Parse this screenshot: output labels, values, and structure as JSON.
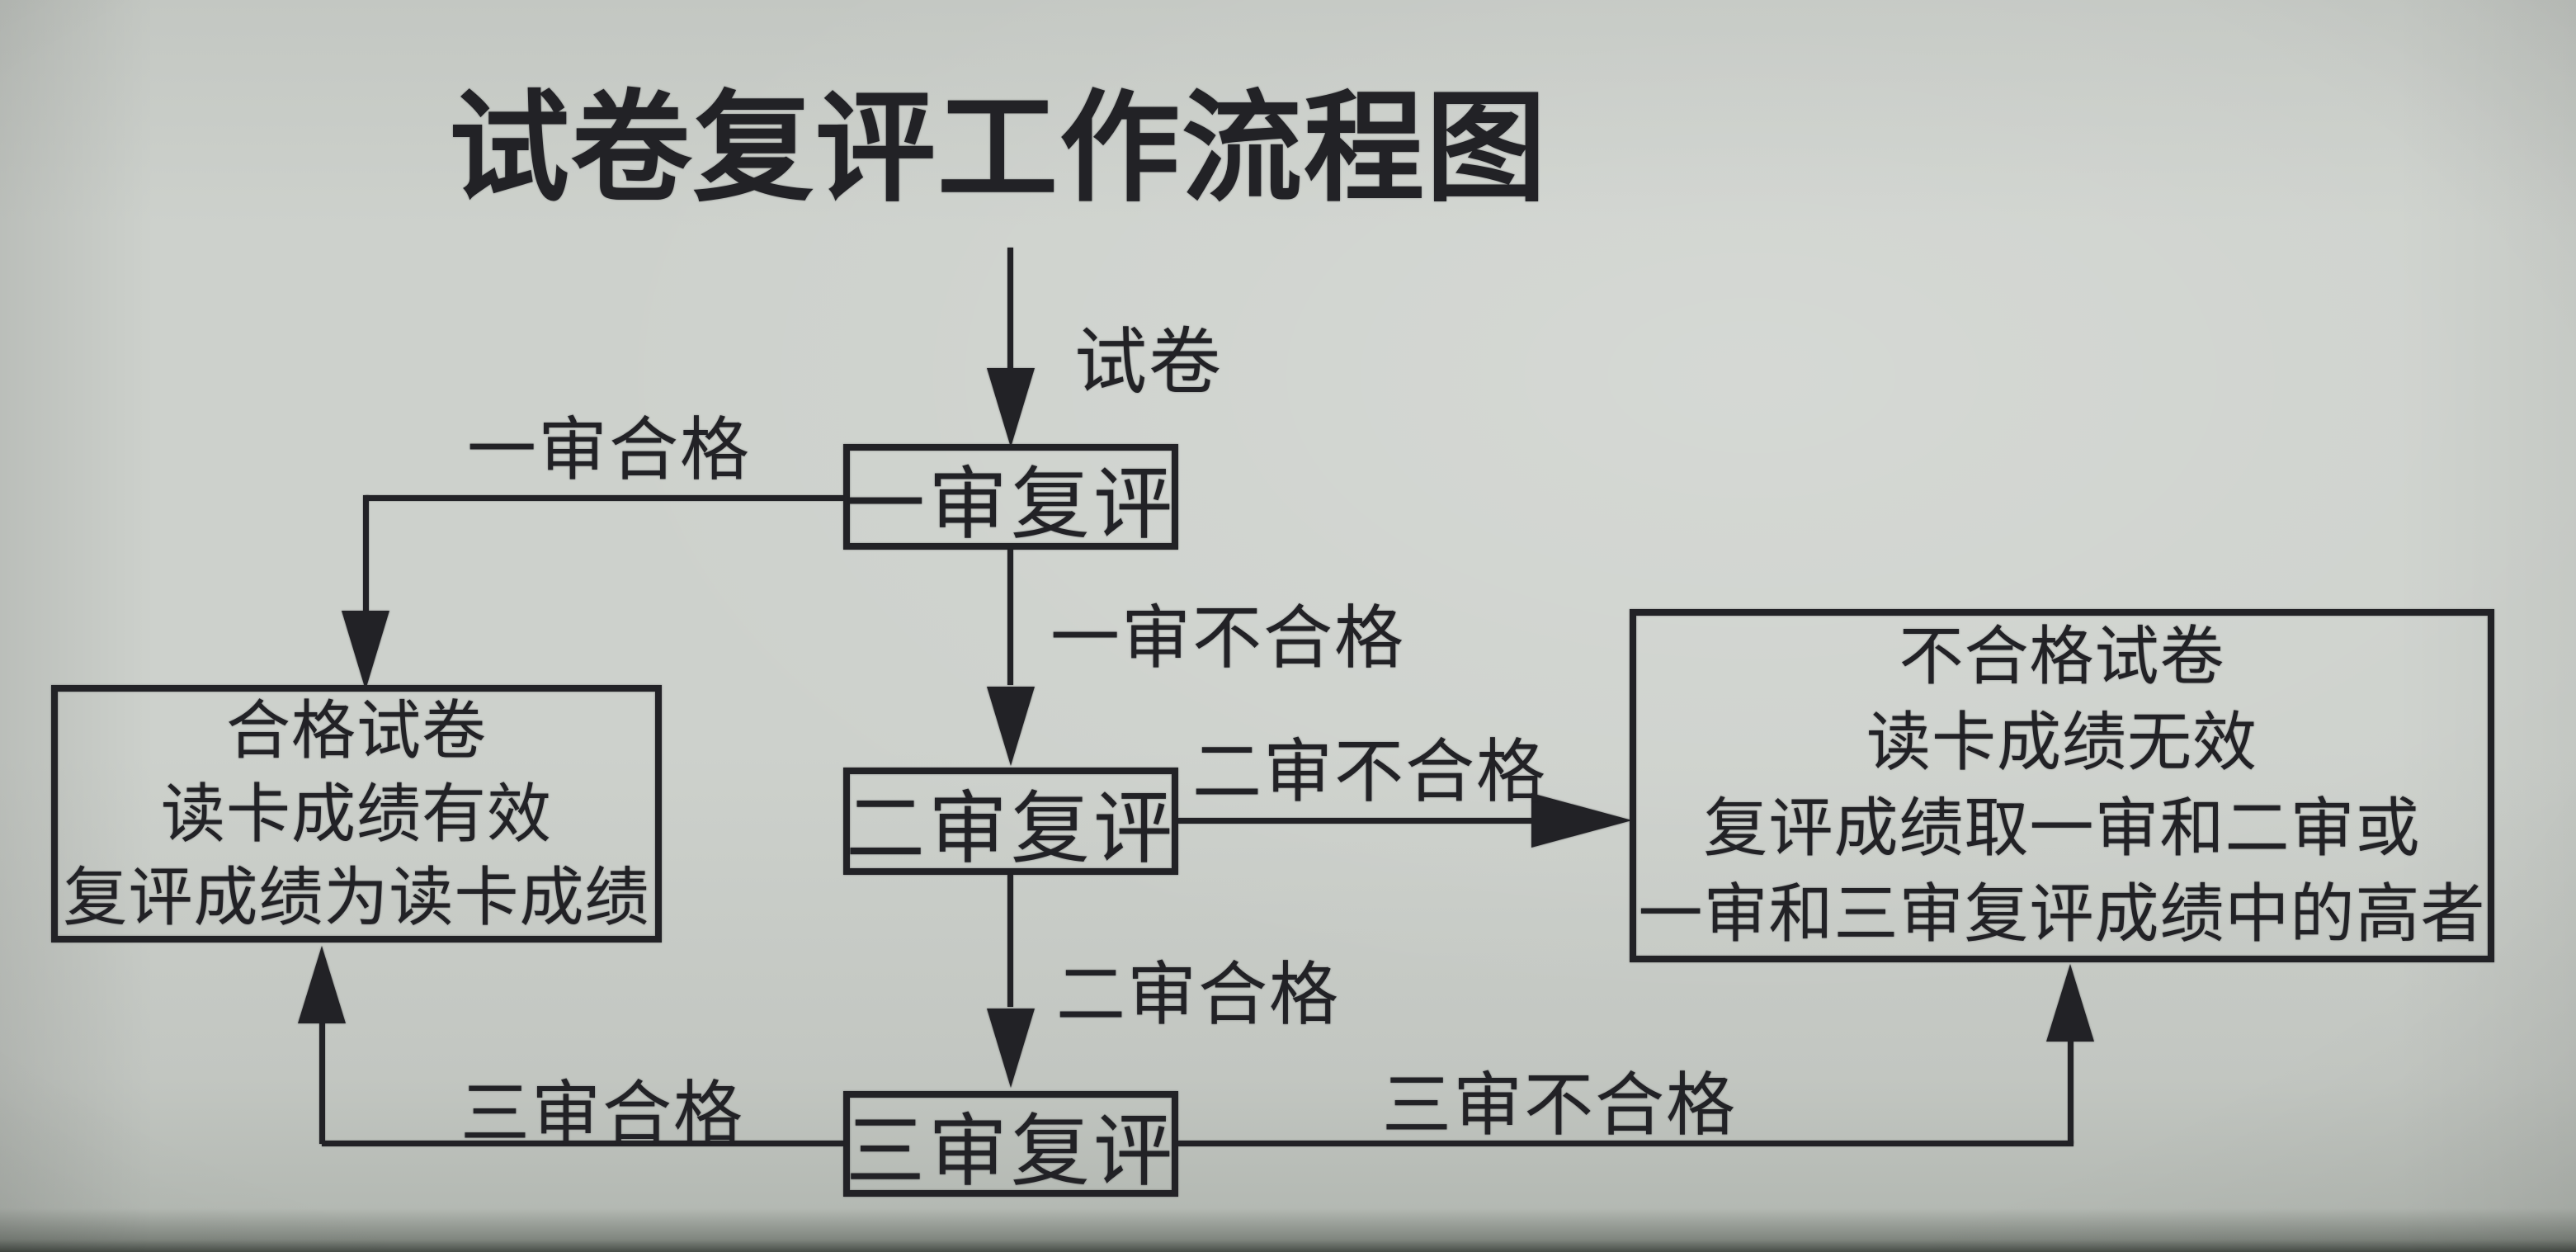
{
  "title": "试卷复评工作流程图",
  "nodes": {
    "first_review": {
      "label": "一审复评"
    },
    "second_review": {
      "label": "二审复评"
    },
    "third_review": {
      "label": "三审复评"
    },
    "qualified": {
      "lines": [
        "合格试卷",
        "读卡成绩有效",
        "复评成绩为读卡成绩"
      ]
    },
    "unqualified": {
      "lines": [
        "不合格试卷",
        "读卡成绩无效",
        "复评成绩取一审和二审或",
        "一审和三审复评成绩中的高者"
      ]
    }
  },
  "edges": {
    "input": {
      "label": "试卷"
    },
    "first_pass": {
      "label": "一审合格"
    },
    "first_fail": {
      "label": "一审不合格"
    },
    "second_fail": {
      "label": "二审不合格"
    },
    "second_pass": {
      "label": "二审合格"
    },
    "third_pass": {
      "label": "三审合格"
    },
    "third_fail": {
      "label": "三审不合格"
    }
  },
  "colors": {
    "ink": "#222226",
    "paper": "#cacec9"
  }
}
